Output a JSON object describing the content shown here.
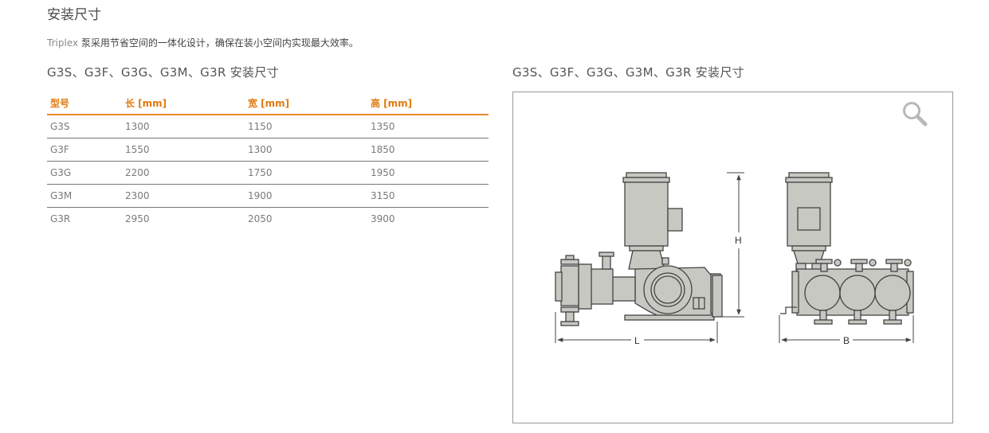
{
  "page": {
    "title": "安装尺寸",
    "intro_brand": "Triplex",
    "intro_text": " 泵采用节省空间的一体化设计，确保在装小空间内实现最大效率。"
  },
  "section_left": {
    "title": "G3S、G3F、G3G、G3M、G3R 安装尺寸"
  },
  "section_right": {
    "title": "G3S、G3F、G3G、G3M、G3R 安装尺寸"
  },
  "table": {
    "headers": [
      "型号",
      "长 [mm]",
      "宽 [mm]",
      "高 [mm]"
    ],
    "rows": [
      [
        "G3S",
        "1300",
        "1150",
        "1350"
      ],
      [
        "G3F",
        "1550",
        "1300",
        "1850"
      ],
      [
        "G3G",
        "2200",
        "1750",
        "1950"
      ],
      [
        "G3M",
        "2300",
        "1900",
        "3150"
      ],
      [
        "G3R",
        "2950",
        "2050",
        "3900"
      ]
    ]
  },
  "diagram": {
    "label_h": "H",
    "label_l": "L",
    "label_b": "B",
    "zoom_icon": "magnifier-icon",
    "pump_fill": "#c8c8c2",
    "line_color": "#444444"
  }
}
